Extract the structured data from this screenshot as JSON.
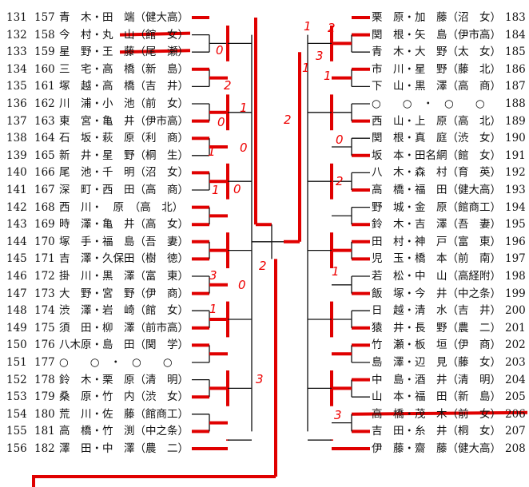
{
  "left_entries": [
    {
      "seq": "131",
      "no": "157",
      "name": "青　木・田　端（健大高）",
      "winner": true
    },
    {
      "seq": "132",
      "no": "158",
      "name": "今　村・丸　山（館　女）",
      "struck": true
    },
    {
      "seq": "133",
      "no": "159",
      "name": "星　野・王　藤（尾　瀬）",
      "struck": true
    },
    {
      "seq": "134",
      "no": "160",
      "name": "三　宅・高　橋（新　島）",
      "winner": true
    },
    {
      "seq": "135",
      "no": "161",
      "name": "塚　越・高　橋（吉　井）"
    },
    {
      "seq": "136",
      "no": "162",
      "name": "川　浦・小　池（前　女）"
    },
    {
      "seq": "137",
      "no": "163",
      "name": "東　宮・亀　井（伊市高）",
      "winner": true
    },
    {
      "seq": "138",
      "no": "164",
      "name": "石　坂・萩　原（利　商）",
      "winner": true
    },
    {
      "seq": "139",
      "no": "165",
      "name": "新　井・星　野（桐　生）"
    },
    {
      "seq": "140",
      "no": "166",
      "name": "尾　池・千　明（沼　女）",
      "winner": true
    },
    {
      "seq": "141",
      "no": "167",
      "name": "深　町・西　田（高　商）"
    },
    {
      "seq": "142",
      "no": "168",
      "name": "西　川・　原　（高　北）",
      "winner": true
    },
    {
      "seq": "143",
      "no": "169",
      "name": "時　澤・亀　井（高　女）",
      "winner": true
    },
    {
      "seq": "144",
      "no": "170",
      "name": "塚　手・福　島（吾　妻）",
      "winner": true
    },
    {
      "seq": "145",
      "no": "171",
      "name": "吉　澤・久保田（樹　徳）",
      "winner": true
    },
    {
      "seq": "146",
      "no": "172",
      "name": "掛　川・黒　澤（富　東）"
    },
    {
      "seq": "147",
      "no": "173",
      "name": "大　野・宮　野（伊　商）",
      "winner": true
    },
    {
      "seq": "148",
      "no": "174",
      "name": "渋　澤・岩　崎（館　女）"
    },
    {
      "seq": "149",
      "no": "175",
      "name": "須　田・柳　澤（前市高）",
      "winner": true
    },
    {
      "seq": "150",
      "no": "176",
      "name": "八木原・島　田（関　学）",
      "winner": true
    },
    {
      "seq": "151",
      "no": "177",
      "name": "○　　○　・　○　　○"
    },
    {
      "seq": "152",
      "no": "178",
      "name": "鈴　木・栗　原（清　明）"
    },
    {
      "seq": "153",
      "no": "179",
      "name": "桑　原・竹　内（渋　女）",
      "winner": true
    },
    {
      "seq": "154",
      "no": "180",
      "name": "荒　川・佐　藤（館商工）"
    },
    {
      "seq": "155",
      "no": "181",
      "name": "高　橋・竹　渕（中之条）",
      "winner": true
    },
    {
      "seq": "156",
      "no": "182",
      "name": "澤　田・中　澤（農　二）",
      "winner": true
    }
  ],
  "right_entries": [
    {
      "no": "183",
      "name": "栗　原・加　藤（沼　女）",
      "winner": true
    },
    {
      "no": "184",
      "name": "関　根・矢　島（伊市高）",
      "winner": true
    },
    {
      "no": "185",
      "name": "青　木・大　野（太　女）"
    },
    {
      "no": "186",
      "name": "市　川・星　野（藤　北）",
      "winner": true
    },
    {
      "no": "187",
      "name": "下　山・黒　澤（高　商）"
    },
    {
      "no": "188",
      "name": "○　　○　・　○　　○"
    },
    {
      "no": "189",
      "name": "西　山・上　原（高　北）",
      "winner": true
    },
    {
      "no": "190",
      "name": "関　根・真　庭（渋　女）"
    },
    {
      "no": "191",
      "name": "坂　本・田名網（館　女）",
      "winner": true
    },
    {
      "no": "192",
      "name": "八　木・森　村（育　英）"
    },
    {
      "no": "193",
      "name": "高　橋・福　田（健大高）",
      "winner": true
    },
    {
      "no": "194",
      "name": "野　城・金　原（館商工）"
    },
    {
      "no": "195",
      "name": "鈴　木・吉　澤（吾　妻）",
      "winner": true
    },
    {
      "no": "196",
      "name": "田　村・神　戸（富　東）",
      "winner": true
    },
    {
      "no": "197",
      "name": "児　玉・橋　本（前　南）",
      "winner": true
    },
    {
      "no": "198",
      "name": "若　松・中　山（高経附）"
    },
    {
      "no": "199",
      "name": "飯　塚・今　井（中之条）",
      "winner": true
    },
    {
      "no": "200",
      "name": "日　越・清　水（吉　井）"
    },
    {
      "no": "201",
      "name": "猿　井・長　野（農　二）",
      "winner": true
    },
    {
      "no": "202",
      "name": "竹　瀬・板　垣（伊　商）",
      "winner": true
    },
    {
      "no": "203",
      "name": "島　澤・辺　見（藤　女）"
    },
    {
      "no": "204",
      "name": "中　島・酒　井（清　明）",
      "winner": true
    },
    {
      "no": "205",
      "name": "山　本・福　田（新　島）"
    },
    {
      "no": "206",
      "name": "高　橋・茂　木（前　女）",
      "struck": true
    },
    {
      "no": "207",
      "name": "吉　田・糸　井（桐　女）",
      "winner": true
    },
    {
      "no": "208",
      "name": "伊　藤・齋　藤（健大高）",
      "winner": true
    }
  ],
  "annotations": [
    "0",
    "2",
    "1",
    "0",
    "1",
    "0",
    "1",
    "0",
    "2",
    "0",
    "1",
    "3",
    "3",
    "1",
    "2",
    "3",
    "1",
    "2",
    "1",
    "0",
    "2",
    "1",
    "3"
  ],
  "colors": {
    "ink": "#111111",
    "marker": "#e00000"
  }
}
